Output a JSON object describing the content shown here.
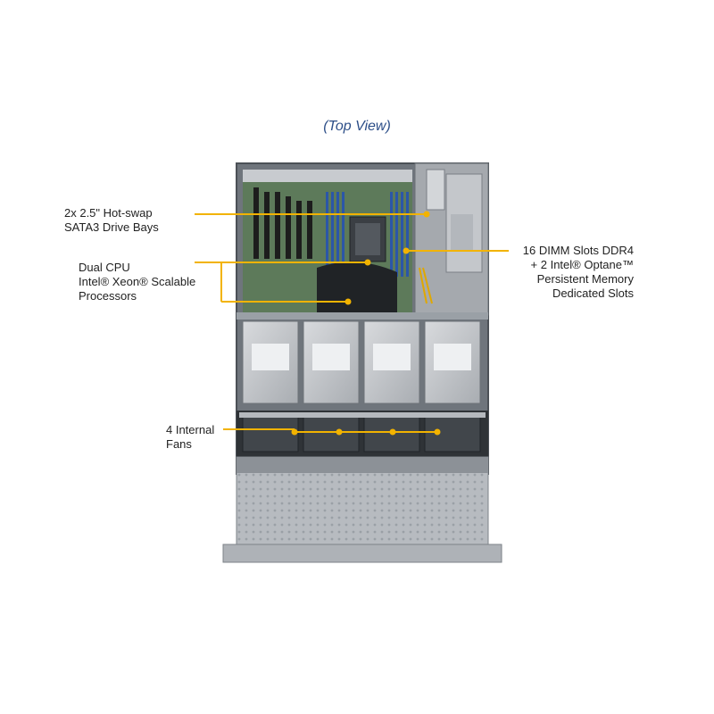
{
  "title": "(Top View)",
  "callouts": {
    "drive_bays": [
      "2x 2.5\" Hot-swap",
      "SATA3 Drive Bays"
    ],
    "cpu": [
      "Dual CPU",
      "Intel® Xeon® Scalable",
      "Processors"
    ],
    "dimm": [
      "16 DIMM Slots DDR4",
      "+ 2 Intel® Optane™",
      "Persistent Memory",
      "Dedicated Slots"
    ],
    "fans": [
      "4 Internal",
      "Fans"
    ]
  },
  "colors": {
    "callout_line": "#f2b300",
    "title": "#2c4e88"
  }
}
